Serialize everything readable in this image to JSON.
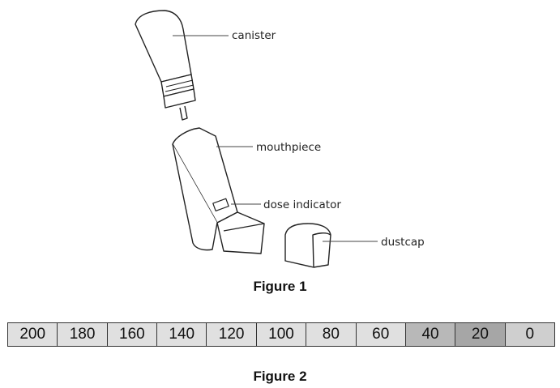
{
  "figure1": {
    "caption": "Figure 1",
    "labels": {
      "canister": "canister",
      "mouthpiece": "mouthpiece",
      "dose_indicator": "dose indicator",
      "dustcap": "dustcap"
    }
  },
  "figure2": {
    "caption": "Figure 2",
    "cells": [
      {
        "label": "200",
        "color": "#e0e0e0"
      },
      {
        "label": "180",
        "color": "#e0e0e0"
      },
      {
        "label": "160",
        "color": "#e0e0e0"
      },
      {
        "label": "140",
        "color": "#e0e0e0"
      },
      {
        "label": "120",
        "color": "#e0e0e0"
      },
      {
        "label": "100",
        "color": "#e0e0e0"
      },
      {
        "label": "80",
        "color": "#e0e0e0"
      },
      {
        "label": "60",
        "color": "#e0e0e0"
      },
      {
        "label": "40",
        "color": "#b8b8b8"
      },
      {
        "label": "20",
        "color": "#a6a6a6"
      },
      {
        "label": "0",
        "color": "#cfcfcf"
      }
    ]
  }
}
